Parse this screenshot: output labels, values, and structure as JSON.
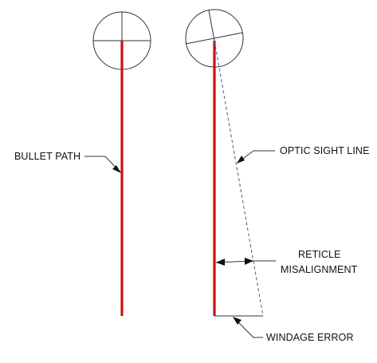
{
  "labels": {
    "bullet_path": "BULLET PATH",
    "optic_sight_line": "OPTIC SIGHT LINE",
    "reticle_misalignment_line1": "RETICLE",
    "reticle_misalignment_line2": "MISALIGNMENT",
    "windage_error": "WINDAGE ERROR"
  },
  "colors": {
    "bullet_path": "#cc1111",
    "line_art": "#333333",
    "sight_line": "#4b5a8a",
    "background": "#ffffff"
  }
}
